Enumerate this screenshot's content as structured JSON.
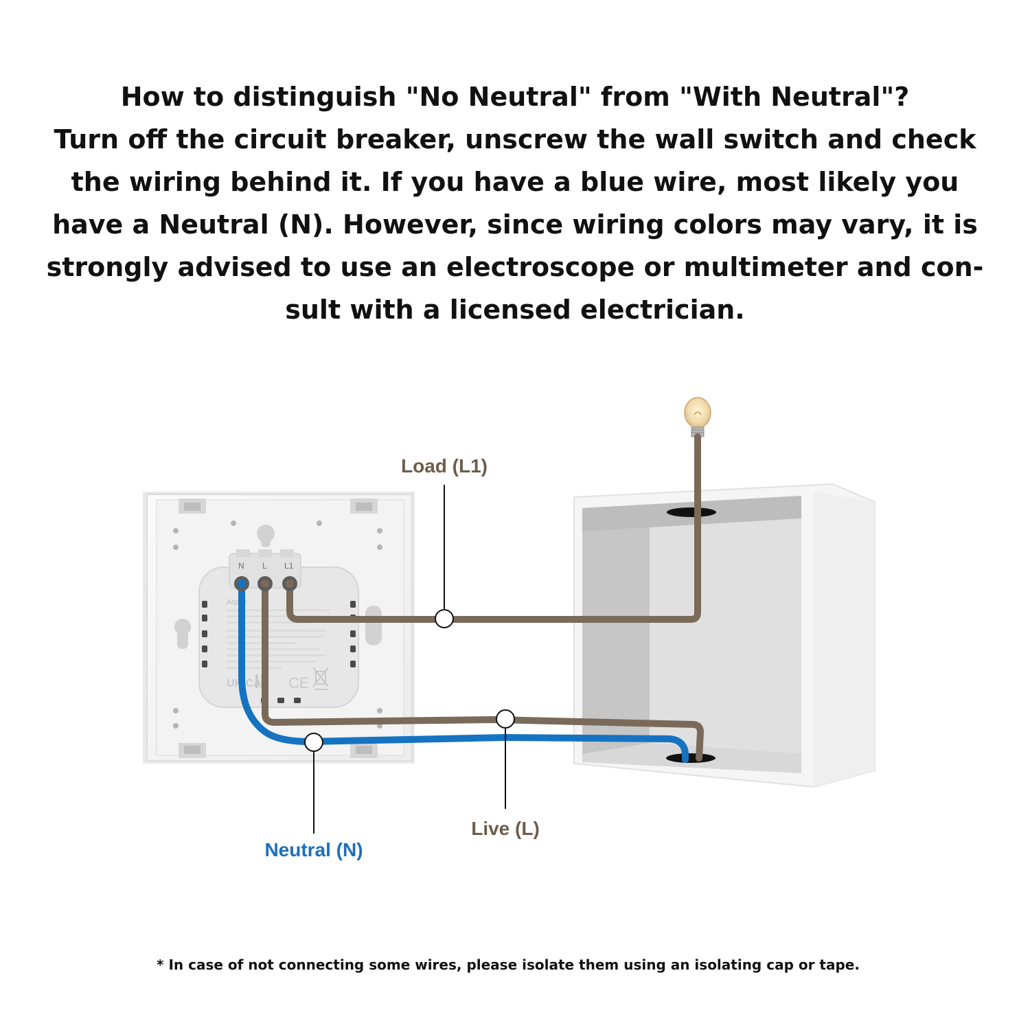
{
  "heading": {
    "lines": [
      "How to distinguish \"No Neutral\" from \"With Neutral\"?",
      "Turn off the circuit breaker, unscrew the wall switch and check",
      "the wiring behind it. If you have a blue wire, most likely you",
      "have a Neutral (N). However, since wiring colors may vary, it is",
      "strongly advised  to use an electroscope or multimeter and con-",
      "sult with a licensed electrician."
    ]
  },
  "labels": {
    "load": "Load (L1)",
    "live": "Live (L)",
    "neutral": "Neutral (N)"
  },
  "switch": {
    "terminals": [
      "N",
      "L",
      "L1"
    ],
    "brand": "Aqara",
    "marks": [
      "UK CA",
      "CE"
    ]
  },
  "footnote": "* In case of not connecting some wires, please isolate them using an isolating cap or tape.",
  "colors": {
    "neutral_wire": "#1673c2",
    "live_wire": "#7a6a5a",
    "load_label": "#6d5d4c",
    "neutral_label": "#1e6fb8"
  },
  "icons": [
    "light-bulb-icon",
    "wall-switch-module",
    "junction-box"
  ]
}
